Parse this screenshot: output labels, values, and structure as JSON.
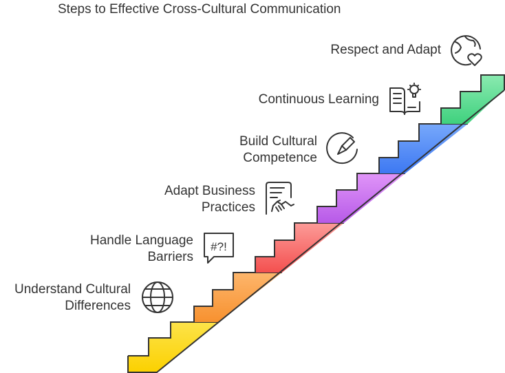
{
  "title": "Steps to Effective Cross-Cultural Communication",
  "steps": [
    {
      "lines": [
        "Understand Cultural",
        "Differences"
      ],
      "icon": "globe-icon",
      "color": "#fbd40f"
    },
    {
      "lines": [
        "Handle Language",
        "Barriers"
      ],
      "icon": "speech-bubble-icon",
      "color": "#f8923f"
    },
    {
      "lines": [
        "Adapt Business",
        "Practices"
      ],
      "icon": "document-handshake-icon",
      "color": "#f55b5d"
    },
    {
      "lines": [
        "Build Cultural",
        "Competence"
      ],
      "icon": "compass-icon",
      "color": "#c767ee"
    },
    {
      "lines": [
        "Continuous Learning"
      ],
      "icon": "book-lightbulb-icon",
      "color": "#4e88f6"
    },
    {
      "lines": [
        "Respect and Adapt"
      ],
      "icon": "globe-heart-icon",
      "color": "#44d787"
    }
  ],
  "bubble_text": "#?!"
}
